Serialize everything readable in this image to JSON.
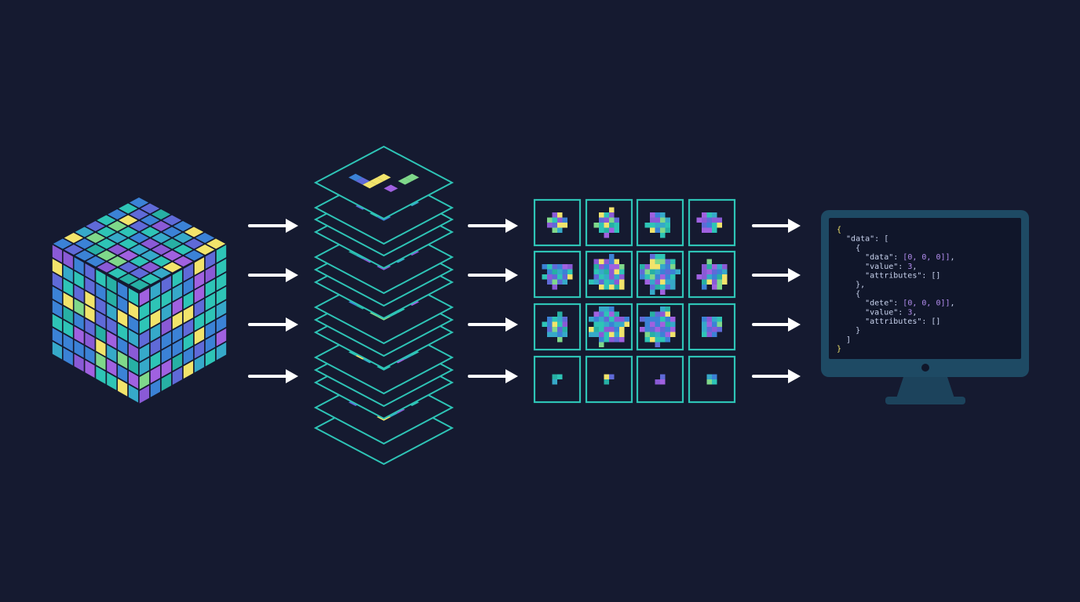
{
  "colors": {
    "background": "#151a30",
    "outline": "#2ec4b6",
    "arrow": "#ffffff",
    "cell_palette": [
      "#2ec4b6",
      "#27b0a4",
      "#36a9c9",
      "#3b82d6",
      "#5f6ad8",
      "#8a5ad6",
      "#a061e0",
      "#7fd88a",
      "#f2e46b"
    ],
    "monitor_frame": "#1e4a64",
    "monitor_stand": "#1c435c",
    "screen": "#10162a",
    "code_key": "#c9d3ee",
    "code_number": "#b48ef0",
    "code_bracket": "#f2e46b"
  },
  "icons": {
    "cube": "voxel-cube-icon",
    "slices": "stacked-slices-icon",
    "tiles": "pattern-grid-icon",
    "output": "monitor-icon",
    "arrow": "arrow-right-icon"
  },
  "code": {
    "lines": [
      [
        {
          "t": "{",
          "c": "bracket"
        }
      ],
      [
        {
          "t": "  \"data\": [",
          "c": "key"
        }
      ],
      [
        {
          "t": "    {",
          "c": "key"
        }
      ],
      [
        {
          "t": "      \"data\": ",
          "c": "key"
        },
        {
          "t": "[0, 0, 0]]",
          "c": "number"
        },
        {
          "t": ",",
          "c": "key"
        }
      ],
      [
        {
          "t": "      \"value\": ",
          "c": "key"
        },
        {
          "t": "3",
          "c": "number"
        },
        {
          "t": ",",
          "c": "key"
        }
      ],
      [
        {
          "t": "      \"attributes\": []",
          "c": "key"
        }
      ],
      [
        {
          "t": "    },",
          "c": "key"
        }
      ],
      [
        {
          "t": "    {",
          "c": "key"
        }
      ],
      [
        {
          "t": "      \"dete\": ",
          "c": "key"
        },
        {
          "t": "[0, 0, 0]]",
          "c": "number"
        },
        {
          "t": ",",
          "c": "key"
        }
      ],
      [
        {
          "t": "      \"value\": ",
          "c": "key"
        },
        {
          "t": "3",
          "c": "number"
        },
        {
          "t": ",",
          "c": "key"
        }
      ],
      [
        {
          "t": "      \"attributes\": []",
          "c": "key"
        }
      ],
      [
        {
          "t": "    }",
          "c": "key"
        }
      ],
      [
        {
          "t": "  ]",
          "c": "key"
        }
      ],
      [
        {
          "t": "}",
          "c": "bracket"
        }
      ]
    ]
  }
}
